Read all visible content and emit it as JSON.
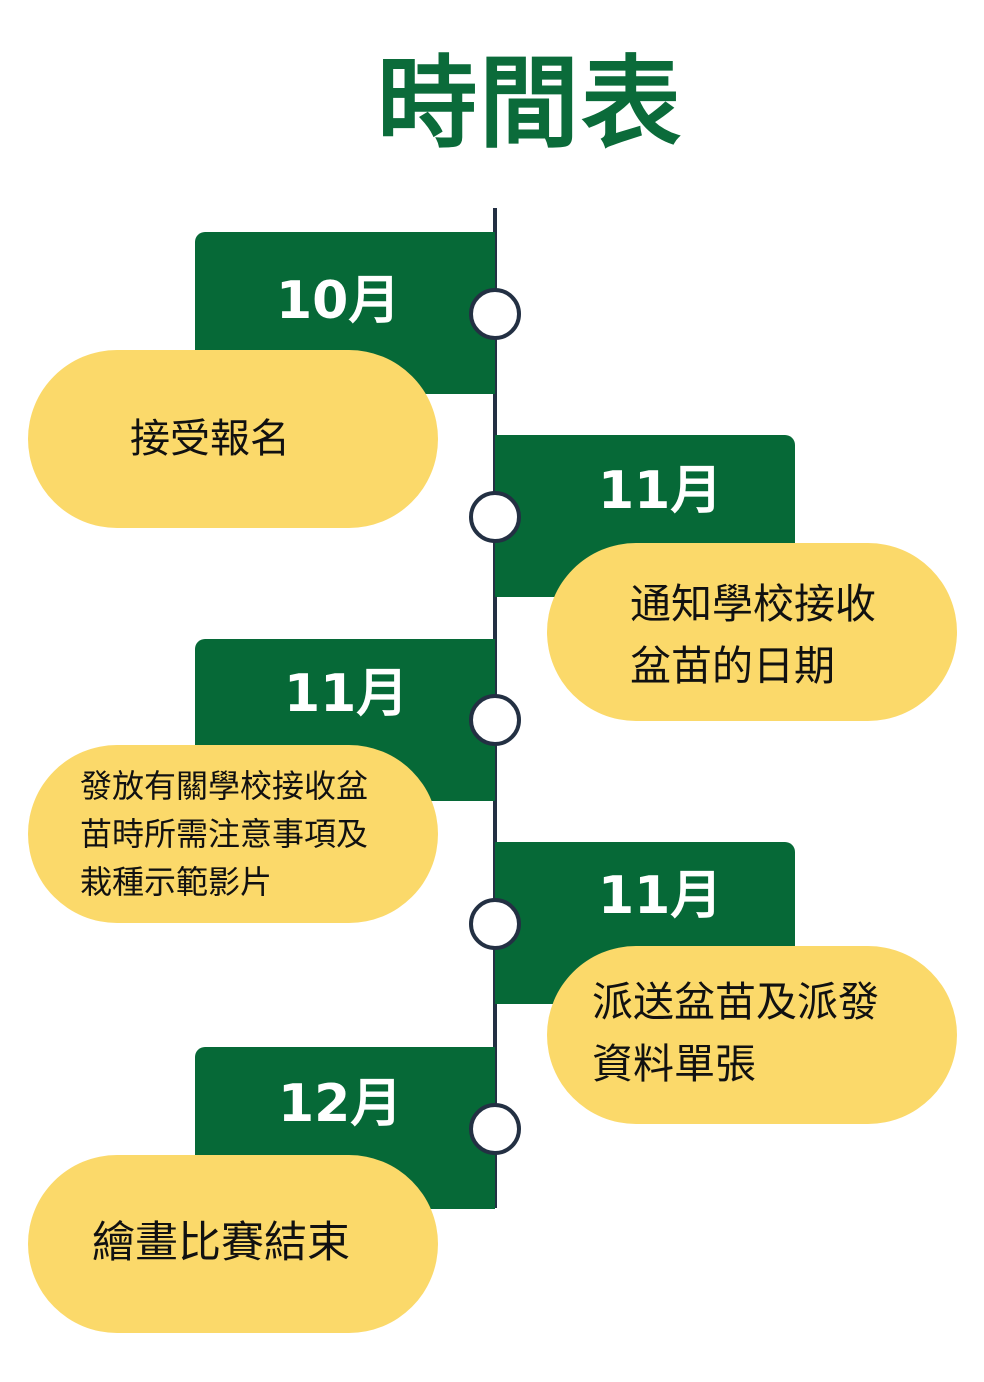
{
  "title": "時間表",
  "colors": {
    "green": "#066937",
    "yellow": "#fbd96a",
    "line": "#233043"
  },
  "items": [
    {
      "month": "10月",
      "lines": [
        "接受報名"
      ]
    },
    {
      "month": "11月",
      "lines": [
        "通知學校接收",
        "盆苗的日期"
      ]
    },
    {
      "month": "11月",
      "lines": [
        "發放有關學校接收盆",
        "苗時所需注意事項及",
        "栽種示範影片"
      ]
    },
    {
      "month": "11月",
      "lines": [
        "派送盆苗及派發",
        "資料單張"
      ]
    },
    {
      "month": "12月",
      "lines": [
        "繪畫比賽結束"
      ]
    }
  ]
}
